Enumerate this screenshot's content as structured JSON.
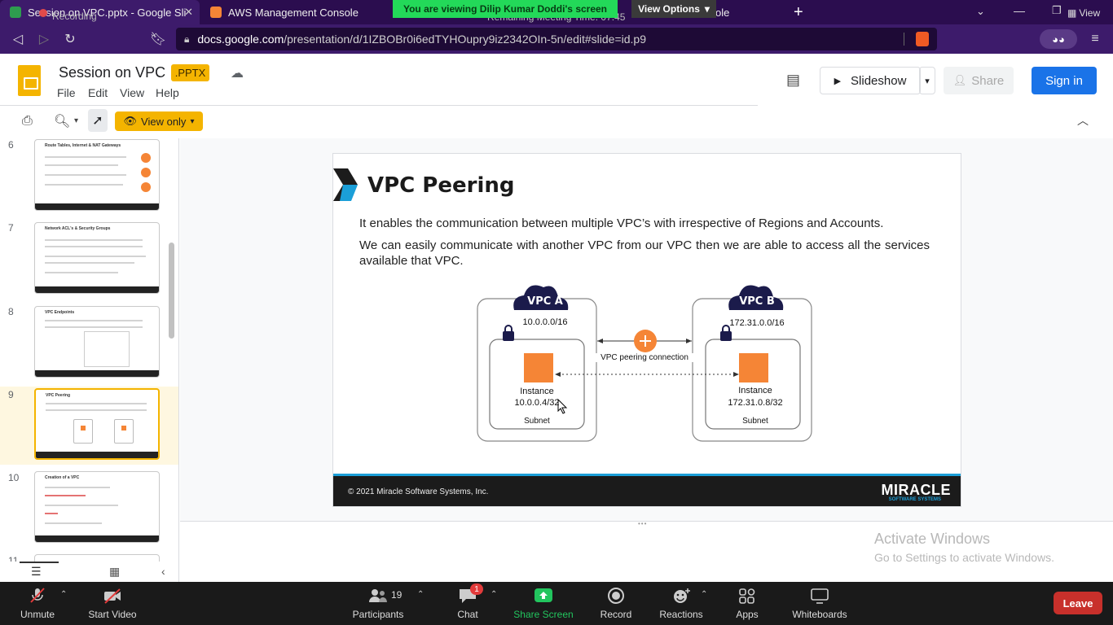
{
  "browser": {
    "tabs": [
      {
        "label": "Session on VPC.pptx - Google Sli",
        "active": true
      },
      {
        "label": "AWS Management Console",
        "active": false
      },
      {
        "label": "ole",
        "active": false
      }
    ],
    "url_host": "docs.google.com",
    "url_path": "/presentation/d/1IZBOBr0i6edTYHOupry9iz2342OIn-5n/edit#slide=id.p9",
    "view_label": "View"
  },
  "zoom_banner": {
    "viewing": "You are viewing Dilip Kumar Doddi's screen",
    "view_options": "View Options",
    "recording": "Recording",
    "meeting_time": "Remaining Meeting Time: 07:45"
  },
  "docs": {
    "title": "Session on VPC",
    "badge": ".PPTX",
    "menu": [
      "File",
      "Edit",
      "View",
      "Help"
    ],
    "slideshow": "Slideshow",
    "share": "Share",
    "sign_in": "Sign in",
    "view_only": "View only"
  },
  "filmstrip": [
    {
      "num": "6",
      "title": "Route Tables, Internet & NAT Gateways"
    },
    {
      "num": "7",
      "title": "Network ACL's & Security Groups"
    },
    {
      "num": "8",
      "title": "VPC Endpoints"
    },
    {
      "num": "9",
      "title": "VPC Peering"
    },
    {
      "num": "10",
      "title": "Creation of a VPC"
    },
    {
      "num": "11",
      "title": ""
    }
  ],
  "slide": {
    "title": "VPC Peering",
    "para1": "It enables the communication between multiple VPC’s with irrespective of Regions and Accounts.",
    "para2": "We can easily communicate with another VPC from our VPC then we are able to access all the services available that VPC.",
    "vpc_a": {
      "name": "VPC A",
      "cidr": "10.0.0.0/16",
      "instance": "Instance",
      "ip": "10.0.0.4/32",
      "subnet": "Subnet"
    },
    "vpc_b": {
      "name": "VPC B",
      "cidr": "172.31.0.0/16",
      "instance": "Instance",
      "ip": "172.31.0.8/32",
      "subnet": "Subnet"
    },
    "connection": "VPC peering connection",
    "footer": "© 2021 Miracle Software Systems, Inc.",
    "logo": "MIRACLE",
    "logo_sub": "SOFTWARE SYSTEMS"
  },
  "windows": {
    "activate": "Activate Windows",
    "goto": "Go to Settings to activate Windows."
  },
  "zoom_controls": {
    "unmute": "Unmute",
    "start_video": "Start Video",
    "participants": "Participants",
    "participants_count": "19",
    "chat": "Chat",
    "chat_badge": "1",
    "share_screen": "Share Screen",
    "record": "Record",
    "reactions": "Reactions",
    "apps": "Apps",
    "whiteboards": "Whiteboards",
    "leave": "Leave"
  }
}
